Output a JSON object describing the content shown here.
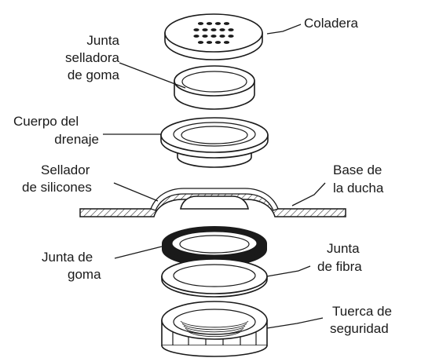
{
  "labels": {
    "coladera": "Coladera",
    "junta_selladora": [
      "Junta",
      "selladora",
      "de goma"
    ],
    "cuerpo_drenaje": [
      "Cuerpo del",
      "drenaje"
    ],
    "sellador": [
      "Sellador",
      "de silicones"
    ],
    "base_ducha": [
      "Base de",
      "la ducha"
    ],
    "junta_goma": [
      "Junta de",
      "goma"
    ],
    "junta_fibra": [
      "Junta",
      "de fibra"
    ],
    "tuerca": [
      "Tuerca de",
      "seguridad"
    ]
  }
}
